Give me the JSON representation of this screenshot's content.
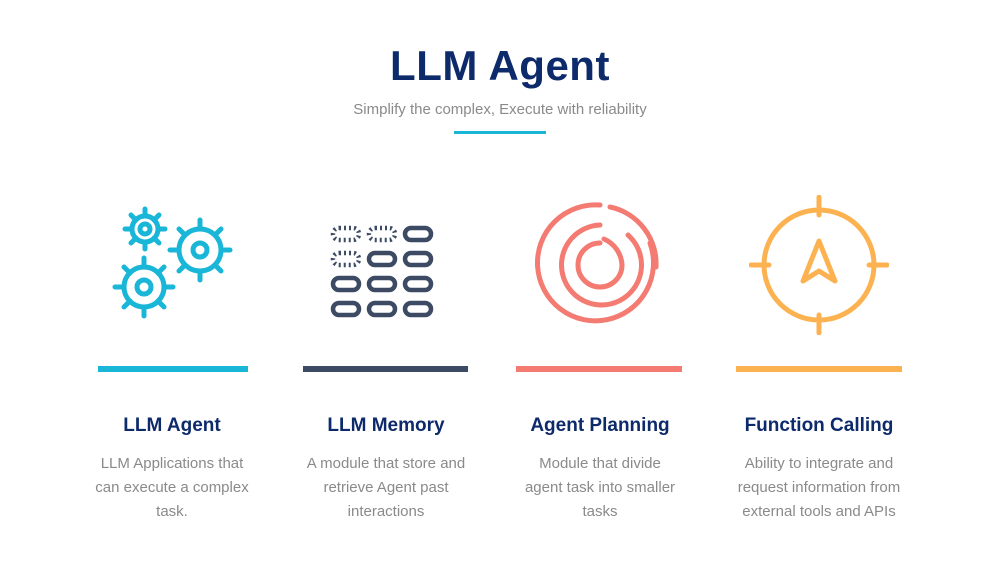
{
  "header": {
    "title": "LLM Agent",
    "subtitle": "Simplify the complex, Execute with reliability"
  },
  "colors": {
    "title": "#0d2a6b",
    "accent_line": "#1ab6d8",
    "cyan": "#1ab6d8",
    "navy": "#3c4a63",
    "coral": "#f47b72",
    "orange": "#fcb251",
    "body_text": "#8a8a8a"
  },
  "columns": [
    {
      "title": "LLM Agent",
      "icon": "gears-icon",
      "color": "#1ab6d8",
      "desc": [
        "LLM Applications that",
        "can execute a complex",
        "task."
      ]
    },
    {
      "title": "LLM Memory",
      "icon": "memory-grid-icon",
      "color": "#3c4a63",
      "desc": [
        "A module that store and",
        "retrieve Agent past",
        "interactions"
      ]
    },
    {
      "title": "Agent Planning",
      "icon": "spiral-icon",
      "color": "#f47b72",
      "desc": [
        "Module that divide",
        "agent task into smaller",
        "tasks"
      ]
    },
    {
      "title": "Function Calling",
      "icon": "navigation-target-icon",
      "color": "#fcb251",
      "desc": [
        "Ability to integrate and",
        "request information from",
        "external tools and APIs"
      ]
    }
  ]
}
